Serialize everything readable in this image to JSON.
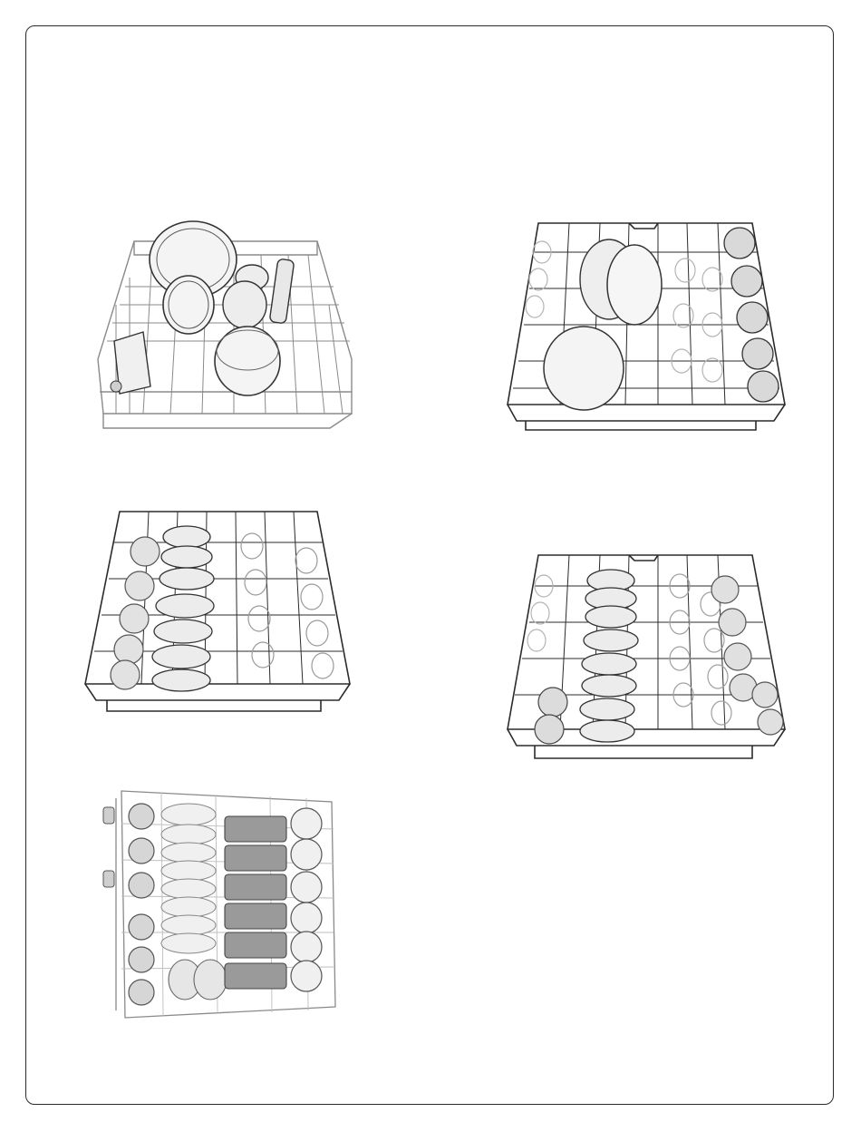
{
  "document": {
    "page_frame": "rounded-border",
    "figures": [
      {
        "id": "fig-a",
        "subject": "lower-rack-plates-bowls-glasses",
        "style": "light-wire"
      },
      {
        "id": "fig-b",
        "subject": "upper-rack-bowls-glasses-cups",
        "style": "dark-wire"
      },
      {
        "id": "fig-c",
        "subject": "upper-rack-cups-saucers-glasses",
        "style": "dark-wire"
      },
      {
        "id": "fig-d",
        "subject": "upper-rack-saucers-glasses-cups",
        "style": "dark-wire"
      },
      {
        "id": "fig-e",
        "subject": "top-view-rack-bowls-cups-tumblers",
        "style": "light-wire"
      }
    ]
  },
  "colors": {
    "frame": "#2a2a2a",
    "wire_dark": "#2b2b2b",
    "wire_light": "#8a8a8a",
    "dish_fill": "#f4f4f4",
    "dish_shade": "#cfcfcf",
    "tumbler": "#9a9a9a"
  }
}
